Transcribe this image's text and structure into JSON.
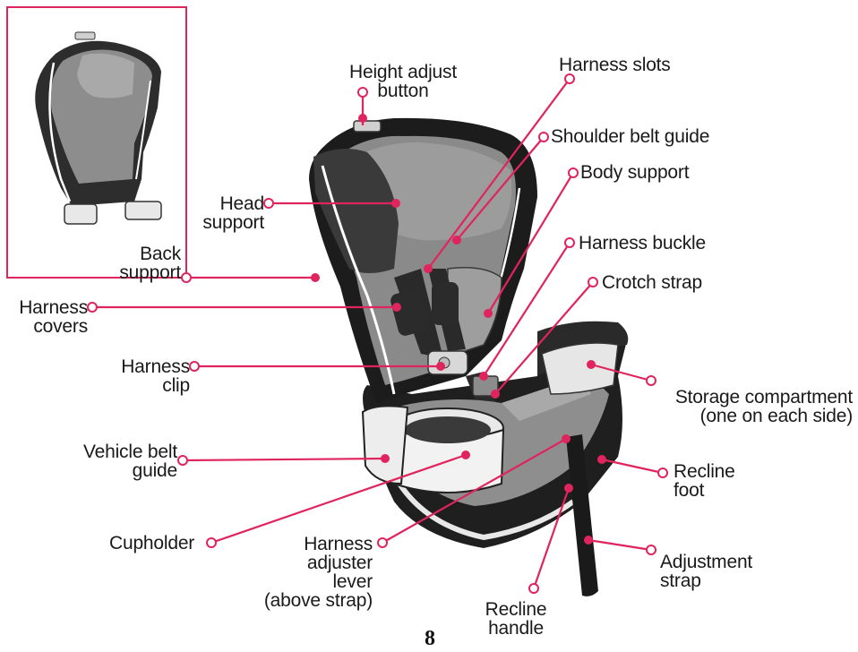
{
  "accent_color": "#e0245e",
  "page_number": "8",
  "labels": {
    "height_adjust_button": [
      "Height adjust",
      "button"
    ],
    "harness_slots": [
      "Harness slots"
    ],
    "shoulder_belt_guide": [
      "Shoulder belt guide"
    ],
    "body_support": [
      "Body support"
    ],
    "harness_buckle": [
      "Harness buckle"
    ],
    "crotch_strap": [
      "Crotch strap"
    ],
    "head_support": [
      "Head",
      "support"
    ],
    "back_support": [
      "Back",
      "support"
    ],
    "harness_covers": [
      "Harness",
      "covers"
    ],
    "harness_clip": [
      "Harness",
      "clip"
    ],
    "storage_compartment": [
      "Storage compartment",
      "(one on each side)"
    ],
    "vehicle_belt_guide": [
      "Vehicle belt",
      "guide"
    ],
    "recline_foot": [
      "Recline",
      "foot"
    ],
    "cupholder": [
      "Cupholder"
    ],
    "harness_adjuster_lever": [
      "Harness",
      "adjuster",
      "lever",
      "(above strap)"
    ],
    "adjustment_strap": [
      "Adjustment",
      "strap"
    ],
    "recline_handle": [
      "Recline",
      "handle"
    ]
  }
}
